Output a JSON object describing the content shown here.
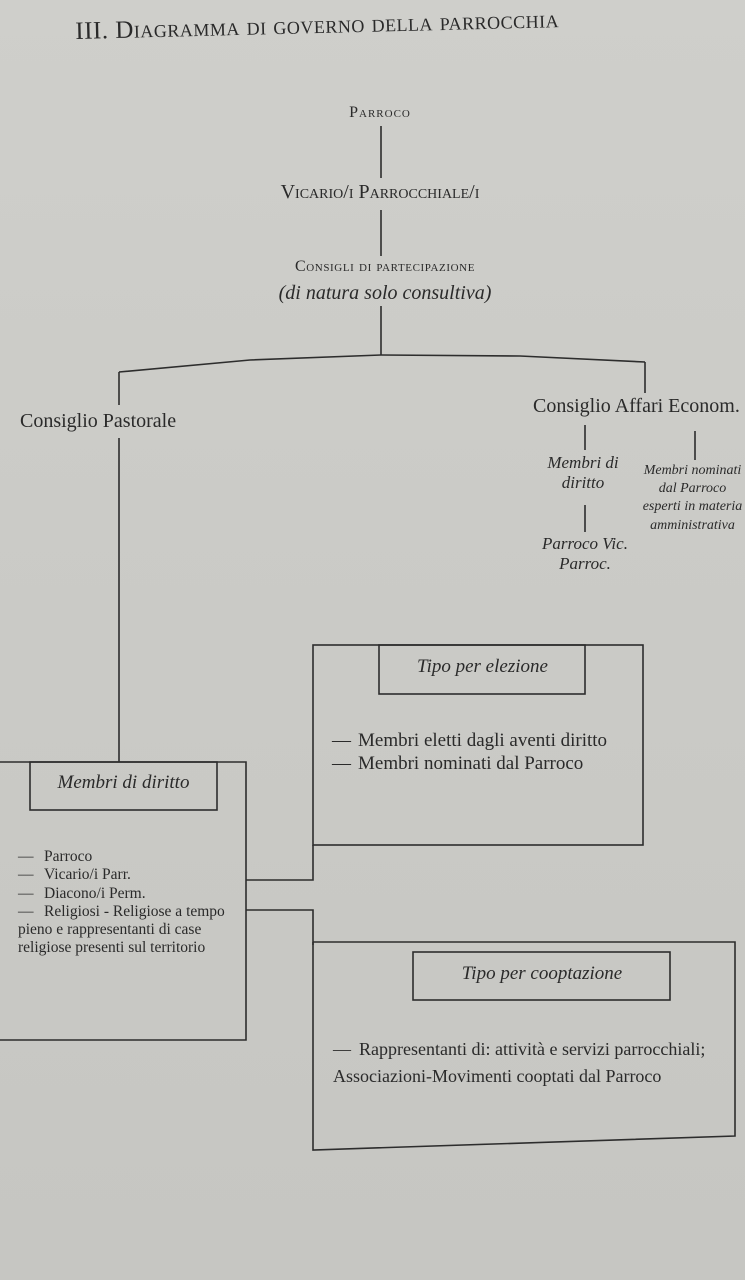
{
  "title": "III. Diagramma di governo della parrocchia",
  "nodes": {
    "parroco": "Parroco",
    "vicario": "Vicario/i Parrocchiale/i",
    "consigli_title": "Consigli di partecipazione",
    "consigli_subtitle": "(di natura solo consultiva)",
    "consiglio_pastorale": "Consiglio Pastorale",
    "consiglio_affari": "Consiglio Affari Econom.",
    "membri_diritto_affari": "Membri di diritto",
    "membri_nominati_affari": "Membri nominati dal Parroco esperti in materia amministrativa",
    "parroco_vic_parroc": "Parroco Vic. Parroc."
  },
  "boxes": {
    "elezione": {
      "title": "Tipo per elezione",
      "items": [
        "Membri eletti dagli aventi diritto",
        "Membri nominati dal Parroco"
      ]
    },
    "membri_diritto": {
      "title": "Membri di diritto",
      "items": [
        "Parroco",
        "Vicario/i Parr.",
        "Diacono/i Perm.",
        "Religiosi - Religiose a tempo pieno e rappresentanti di case religiose presenti sul territorio"
      ]
    },
    "cooptazione": {
      "title": "Tipo per cooptazione",
      "items": [
        "Rappresentanti di: attività e servizi parrocchiali; Associazioni-Movimenti cooptati dal Parroco"
      ]
    }
  },
  "dash": "—"
}
